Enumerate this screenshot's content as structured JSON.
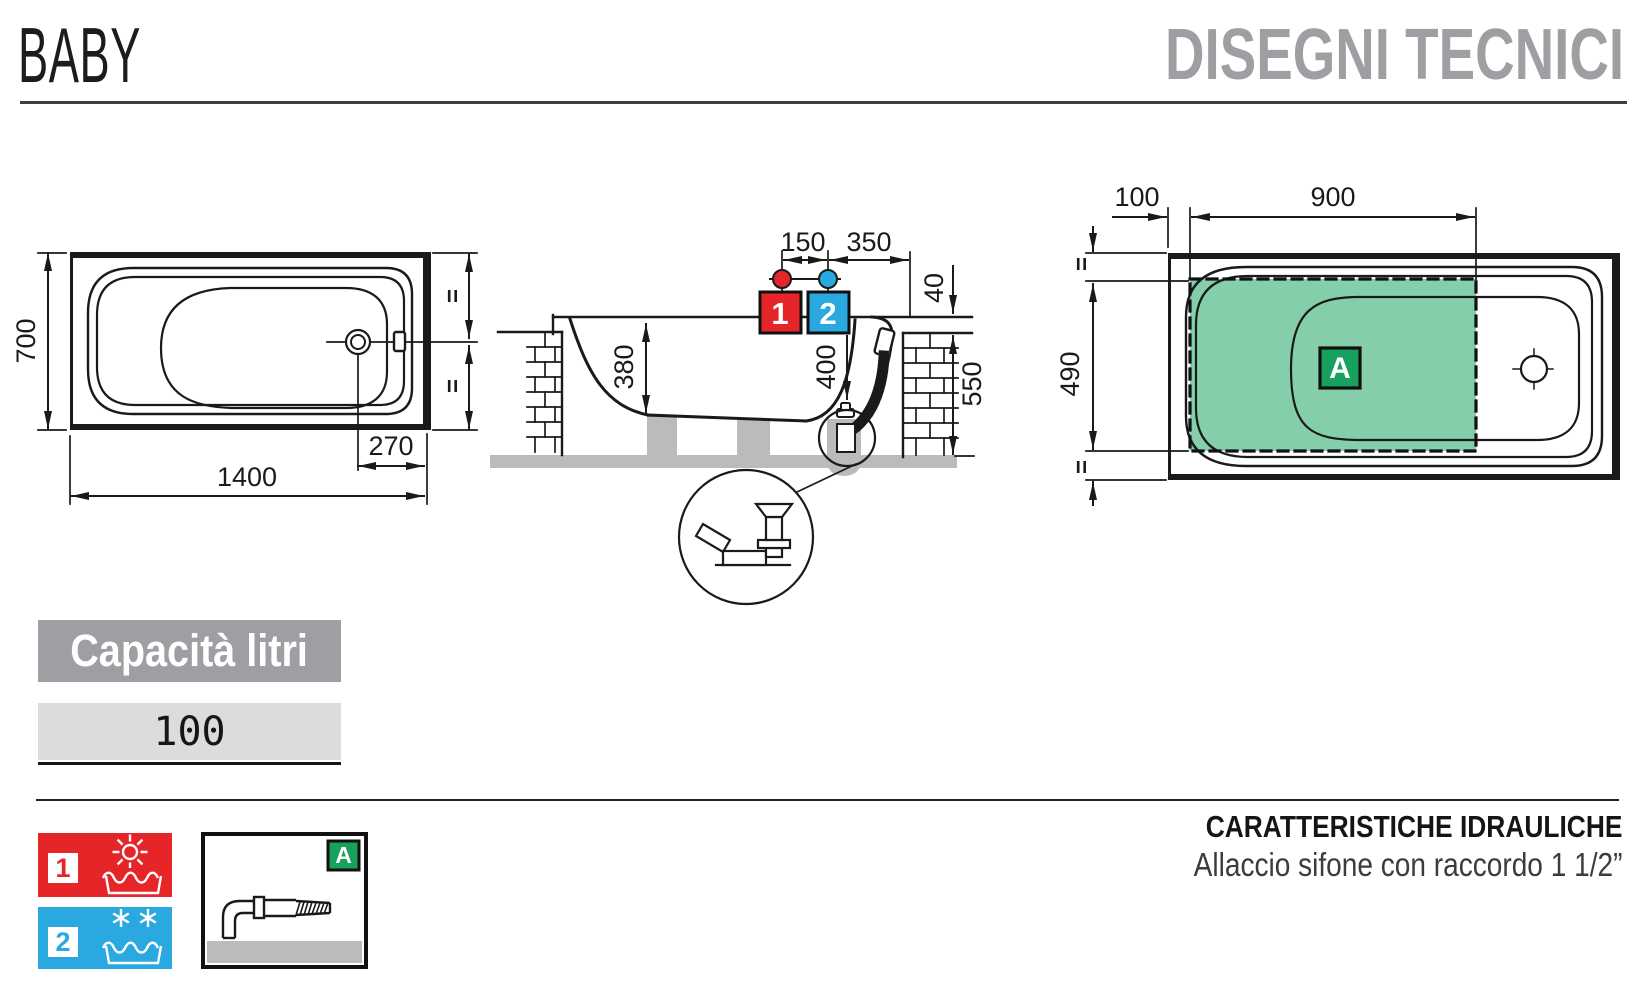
{
  "header": {
    "product_name": "BABY",
    "page_title": "DISEGNI TECNICI"
  },
  "top_view": {
    "dim_length": "1400",
    "dim_width": "700",
    "dim_drain_offset": "270",
    "equal_mark": "="
  },
  "section_view": {
    "dim_taps_spacing": "150",
    "dim_tap_to_wall": "350",
    "dim_rim_to_wall": "40",
    "dim_inner_depth": "380",
    "dim_rim_to_drain": "400",
    "dim_total_height": "550",
    "hot_tap_label": "1",
    "cold_tap_label": "2"
  },
  "plan_view": {
    "dim_side_offset": "100",
    "dim_area_length": "900",
    "dim_area_width": "490",
    "area_label": "A",
    "equal_mark": "="
  },
  "capacity": {
    "header": "Capacità litri",
    "value": "100"
  },
  "legend": {
    "hot_number": "1",
    "cold_number": "2",
    "siphon_area_label": "A"
  },
  "hydraulics": {
    "title": "CARATTERISTICHE IDRAULICHE",
    "subtitle": "Allaccio sifone con raccordo 1 1/2”"
  },
  "colors": {
    "hot_red": "#e62529",
    "cold_blue": "#2aa9e1",
    "area_green": "#17a05e",
    "area_green_light": "#84cfa9",
    "gray_header": "#9d9fa2",
    "gray_light": "#dcdcde",
    "gray_floor": "#b9bbbd"
  }
}
